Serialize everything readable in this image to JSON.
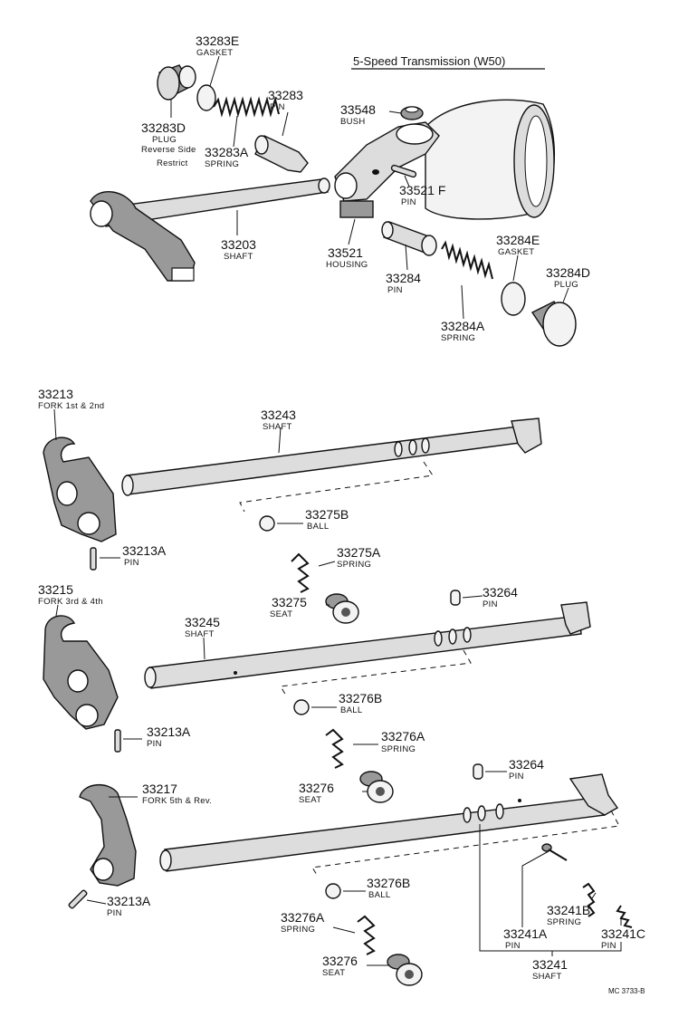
{
  "title": "5-Speed Transmission (W50)",
  "figure_code": "MC 3733-B",
  "parts": [
    {
      "number": "33283E",
      "name": "GASKET"
    },
    {
      "number": "33283",
      "name": "PIN"
    },
    {
      "number": "33283D",
      "name": "PLUG",
      "note": "Reverse Side",
      "note2": "Restrict"
    },
    {
      "number": "33283A",
      "name": "SPRING"
    },
    {
      "number": "33548",
      "name": "BUSH"
    },
    {
      "number": "33521 F",
      "name": "PIN"
    },
    {
      "number": "33203",
      "name": "SHAFT"
    },
    {
      "number": "33521",
      "name": "HOUSING"
    },
    {
      "number": "33284E",
      "name": "GASKET"
    },
    {
      "number": "33284",
      "name": "PIN"
    },
    {
      "number": "33284D",
      "name": "PLUG"
    },
    {
      "number": "33284A",
      "name": "SPRING"
    },
    {
      "number": "33213",
      "name": "FORK 1st & 2nd"
    },
    {
      "number": "33243",
      "name": "SHAFT"
    },
    {
      "number": "33275B",
      "name": "BALL"
    },
    {
      "number": "33213A",
      "name": "PIN"
    },
    {
      "number": "33275A",
      "name": "SPRING"
    },
    {
      "number": "33215",
      "name": "FORK 3rd & 4th"
    },
    {
      "number": "33275",
      "name": "SEAT"
    },
    {
      "number": "33264",
      "name": "PIN"
    },
    {
      "number": "33245",
      "name": "SHAFT"
    },
    {
      "number": "33276B",
      "name": "BALL"
    },
    {
      "number": "33213A",
      "name": "PIN"
    },
    {
      "number": "33276A",
      "name": "SPRING"
    },
    {
      "number": "33264",
      "name": "PIN"
    },
    {
      "number": "33217",
      "name": "FORK 5th & Rev."
    },
    {
      "number": "33276",
      "name": "SEAT"
    },
    {
      "number": "33276B",
      "name": "BALL"
    },
    {
      "number": "33213A",
      "name": "PIN"
    },
    {
      "number": "33241B",
      "name": "SPRING"
    },
    {
      "number": "33276A",
      "name": "SPRING"
    },
    {
      "number": "33241A",
      "name": "PIN"
    },
    {
      "number": "33241C",
      "name": "PIN"
    },
    {
      "number": "33276",
      "name": "SEAT"
    },
    {
      "number": "33241",
      "name": "SHAFT"
    }
  ]
}
